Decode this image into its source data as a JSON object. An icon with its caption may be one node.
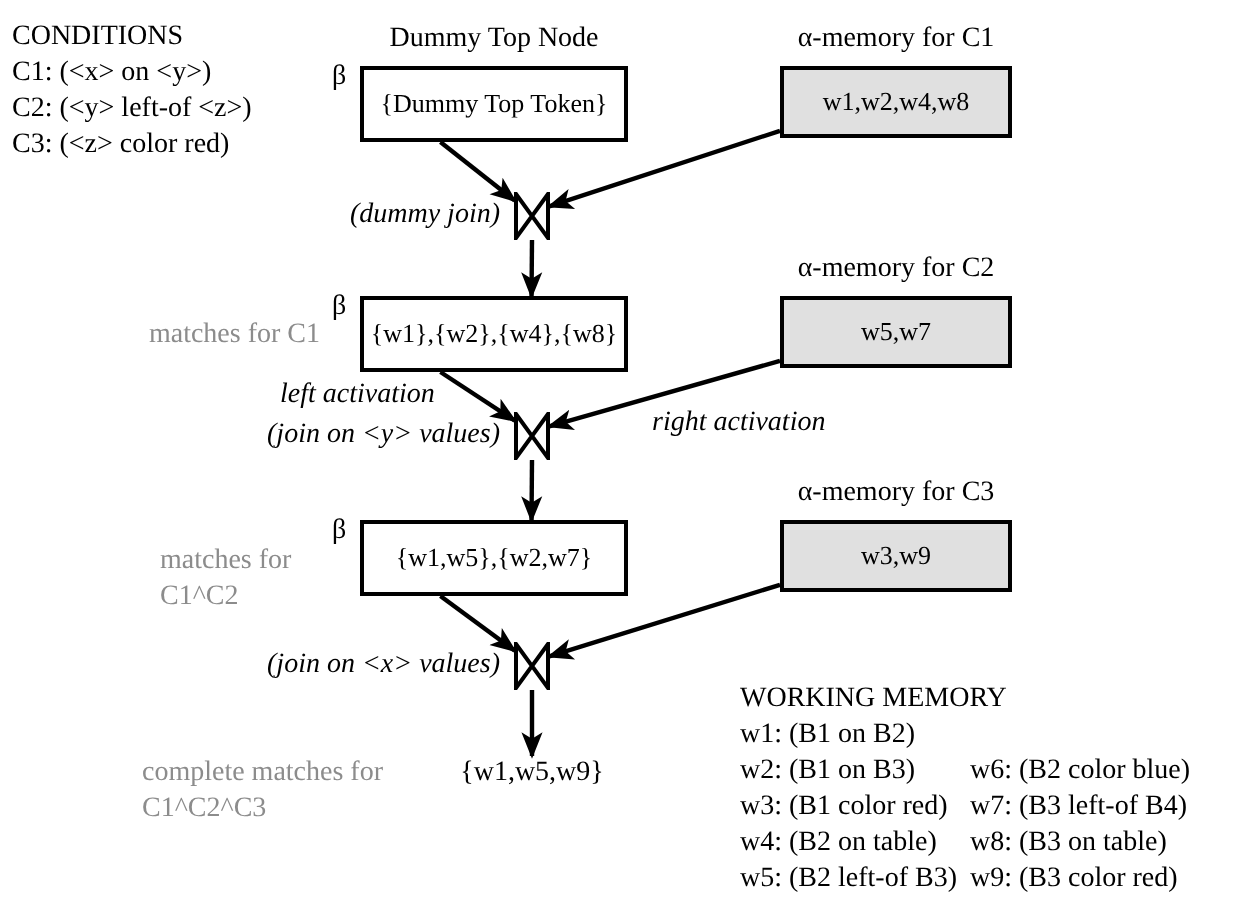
{
  "diagram": {
    "nodes": [
      {
        "text": [
          "Dummy Top Node",
          "{Dummy Top Token}"
        ],
        "beside": [
          "β"
        ]
      },
      {
        "text": [
          "α-memory for C1",
          "w1,w2,w4,w8"
        ]
      },
      {
        "text": [],
        "shape": "bowtie",
        "beside": [
          "(dummy join)"
        ]
      },
      {
        "text": [
          "{w1},{w2},{w4},{w8}"
        ],
        "beside": [
          "β",
          "matches for C1"
        ]
      },
      {
        "text": [
          "α-memory for C2",
          "w5,w7"
        ]
      },
      {
        "text": [],
        "shape": "bowtie",
        "beside": [
          "(join on <y> values)"
        ]
      },
      {
        "text": [
          "{w1,w5},{w2,w7}"
        ],
        "beside": [
          "β",
          "matches for C1^C2"
        ]
      },
      {
        "text": [
          "α-memory for C3",
          "w3,w9"
        ]
      },
      {
        "text": [],
        "shape": "bowtie",
        "beside": [
          "(join on <x> values)"
        ]
      },
      {
        "text": [
          "{w1,w5,w9}"
        ],
        "beside": [
          "complete matches for C1^C2^C3"
        ]
      }
    ],
    "edges": [
      {
        "from": 0,
        "to": 2,
        "arrow": "to"
      },
      {
        "from": 1,
        "to": 2,
        "arrow": "to"
      },
      {
        "from": 2,
        "to": 3,
        "arrow": "to"
      },
      {
        "from": 3,
        "to": 5,
        "arrow": "to",
        "label": "left activation"
      },
      {
        "from": 4,
        "to": 5,
        "arrow": "to",
        "label": "right activation"
      },
      {
        "from": 5,
        "to": 6,
        "arrow": "to"
      },
      {
        "from": 6,
        "to": 8,
        "arrow": "to"
      },
      {
        "from": 7,
        "to": 8,
        "arrow": "to"
      },
      {
        "from": 8,
        "to": 9,
        "arrow": "to"
      }
    ],
    "labels": [
      "CONDITIONS",
      "C1: (<x> on <y>)",
      "C2: (<y> left-of <z>)",
      "C3: (<z> color red)",
      "WORKING MEMORY",
      "w1: (B1 on B2)",
      "w2: (B1 on B3)",
      "w6: (B2 color blue)",
      "w3: (B1 color red)",
      "w7: (B3 left-of B4)",
      "w4: (B2 on table)",
      "w8: (B3 on table)",
      "w5: (B2 left-of B3)",
      "w9: (B3 color red)"
    ]
  }
}
